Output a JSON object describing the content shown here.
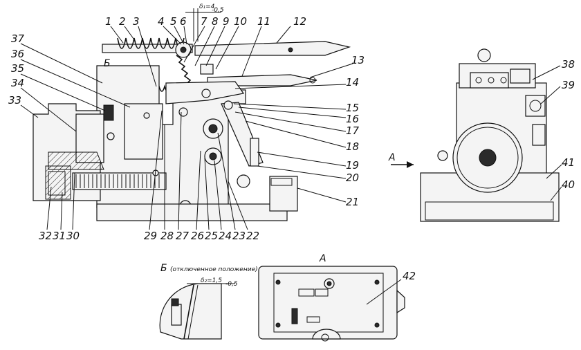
{
  "main_view": {
    "callouts": [
      {
        "n": "1"
      },
      {
        "n": "2"
      },
      {
        "n": "3"
      },
      {
        "n": "4"
      },
      {
        "n": "5"
      },
      {
        "n": "6"
      },
      {
        "n": "7"
      },
      {
        "n": "8"
      },
      {
        "n": "9"
      },
      {
        "n": "10"
      },
      {
        "n": "11"
      },
      {
        "n": "12"
      },
      {
        "n": "13"
      },
      {
        "n": "14"
      },
      {
        "n": "15"
      },
      {
        "n": "16"
      },
      {
        "n": "17"
      },
      {
        "n": "18"
      },
      {
        "n": "19"
      },
      {
        "n": "20"
      },
      {
        "n": "21"
      },
      {
        "n": "22"
      },
      {
        "n": "23"
      },
      {
        "n": "24"
      },
      {
        "n": "25"
      },
      {
        "n": "26"
      },
      {
        "n": "27"
      },
      {
        "n": "28"
      },
      {
        "n": "29"
      },
      {
        "n": "30"
      },
      {
        "n": "31"
      },
      {
        "n": "32"
      },
      {
        "n": "33"
      },
      {
        "n": "34"
      },
      {
        "n": "35"
      },
      {
        "n": "36"
      },
      {
        "n": "37"
      }
    ],
    "tolerance_top": "δ₁=4",
    "tolerance_top_minus": "-0,5",
    "section_letter": "Б"
  },
  "side_view": {
    "callouts": [
      {
        "n": "38"
      },
      {
        "n": "39"
      },
      {
        "n": "40"
      },
      {
        "n": "41"
      }
    ],
    "arrow_label": "A"
  },
  "detail_b": {
    "title": "Б",
    "subtitle": "(отключенное положение)",
    "tolerance": "δ₂=1,5",
    "tolerance_minus": "-0,5"
  },
  "view_a": {
    "title": "A",
    "callout": "42"
  }
}
